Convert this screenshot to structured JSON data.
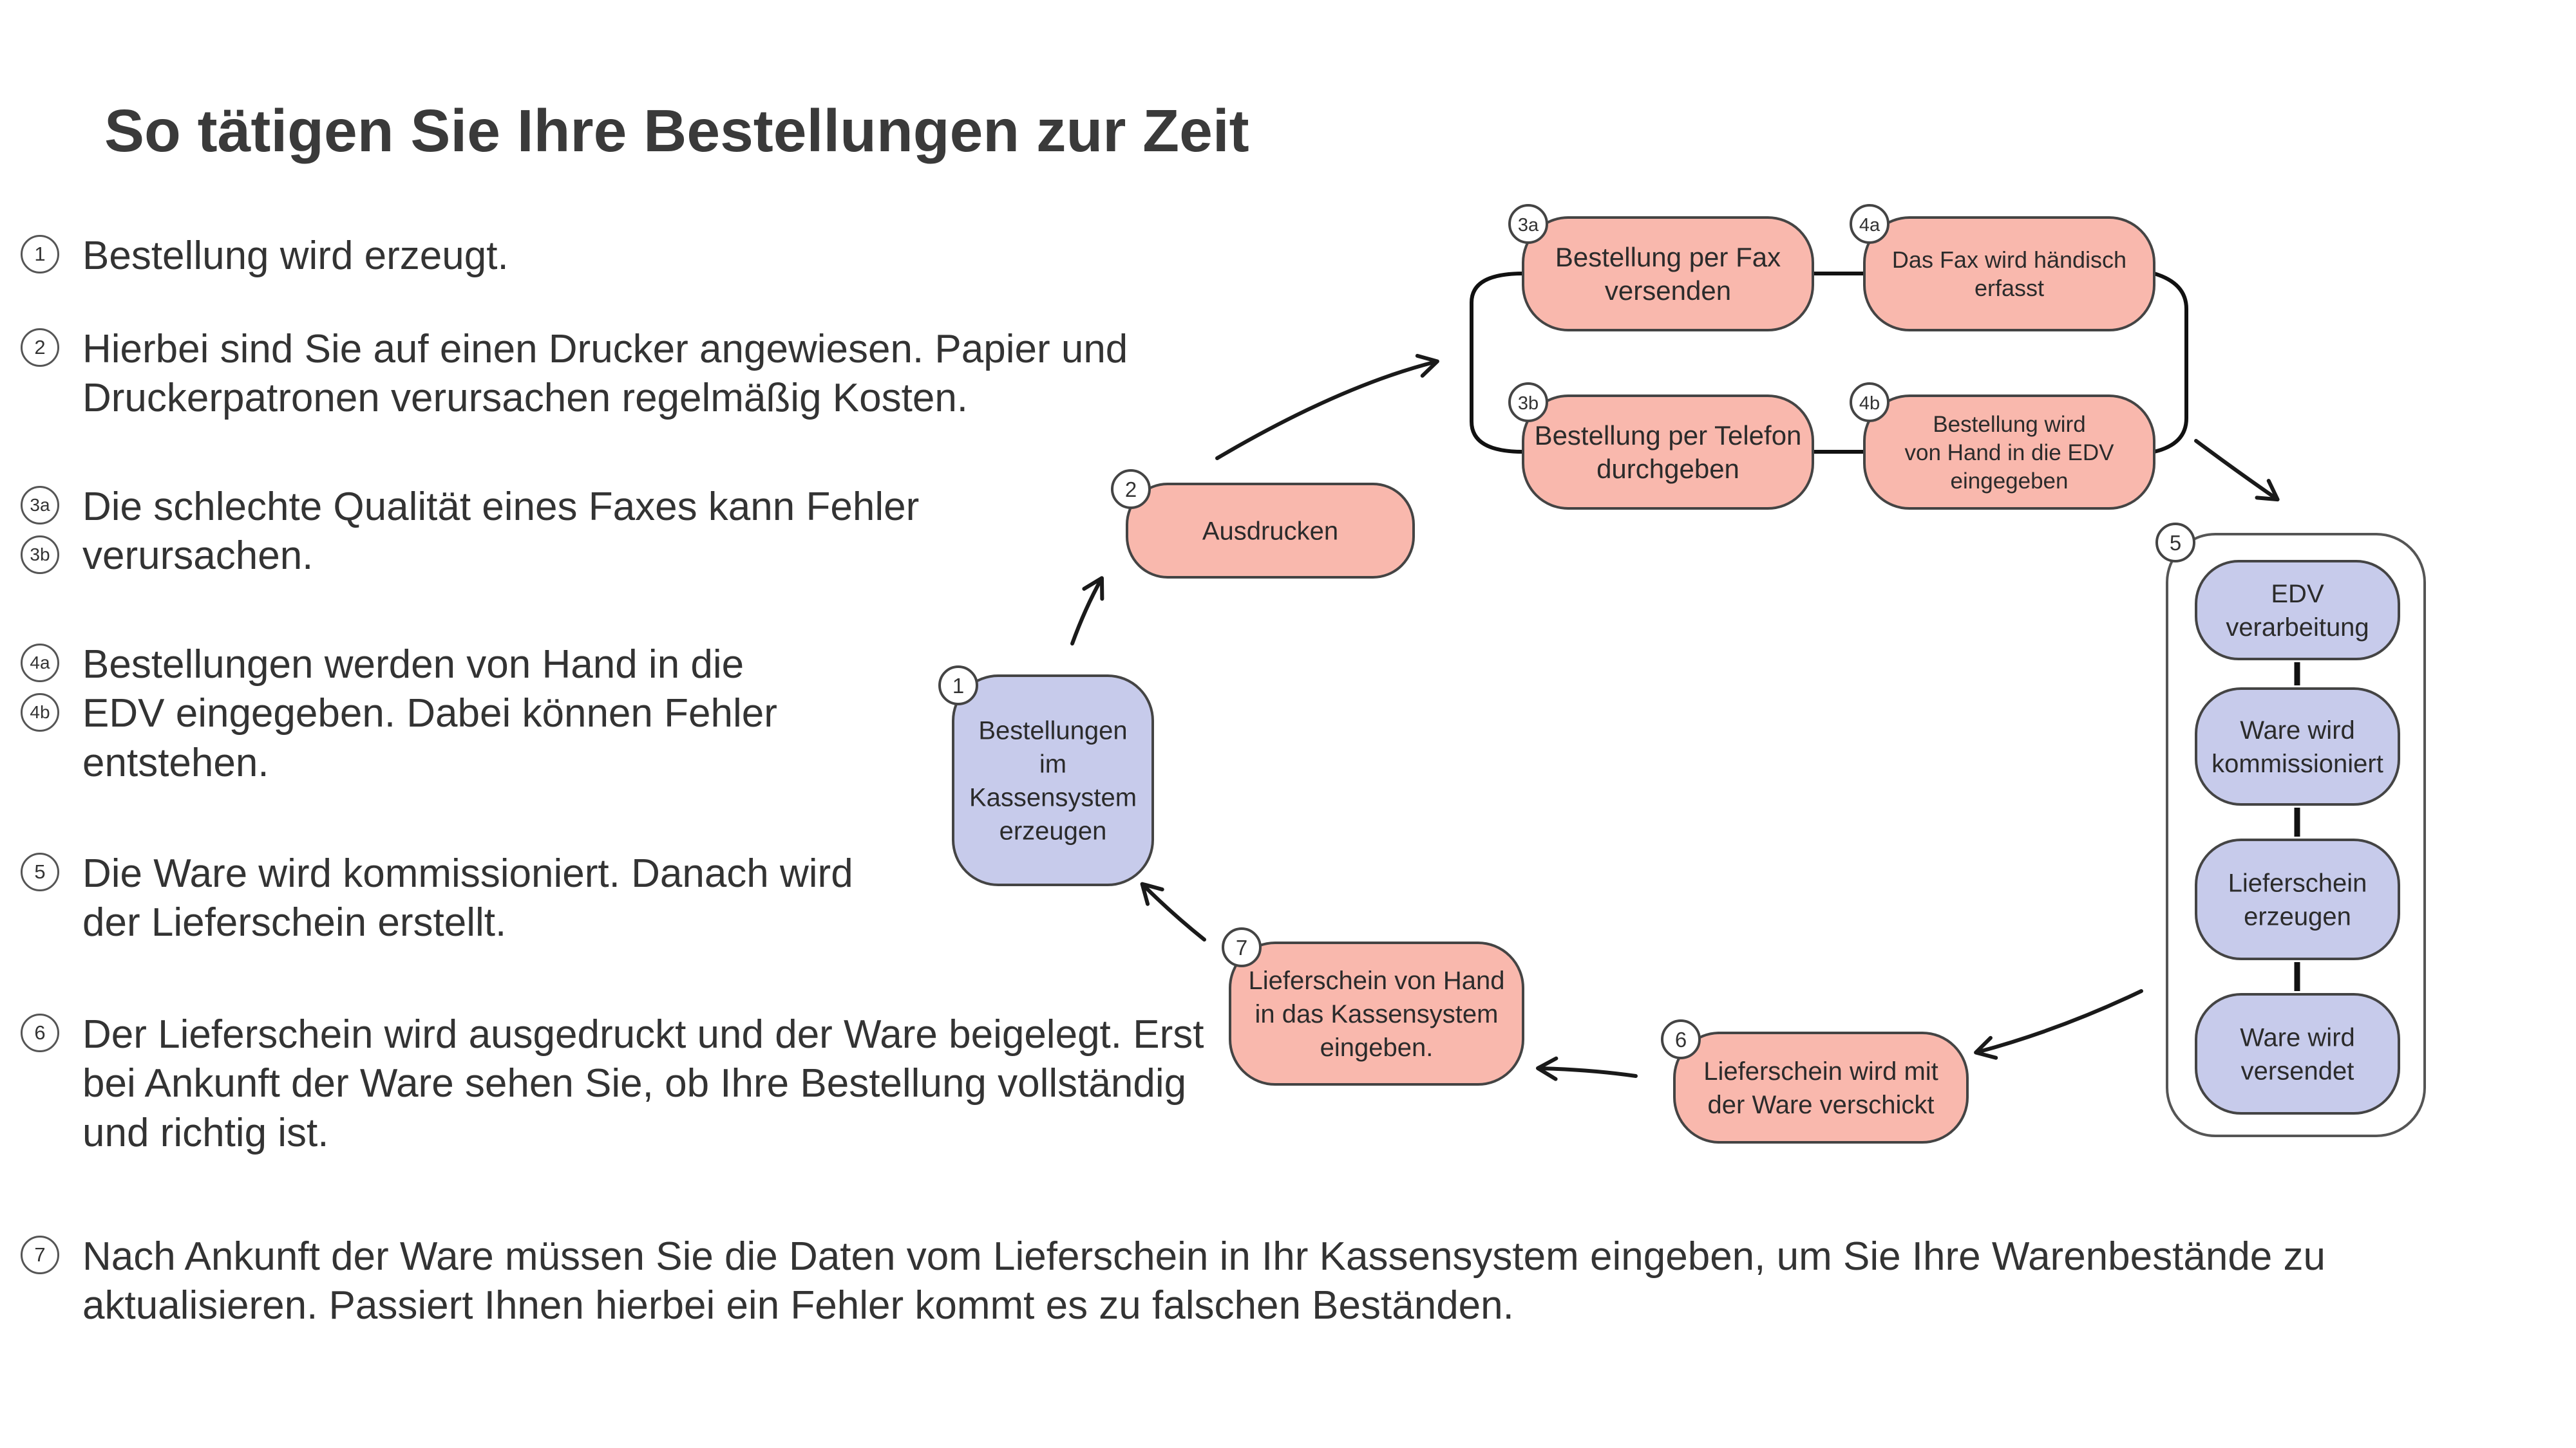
{
  "title": "So tätigen Sie Ihre Bestellungen zur Zeit",
  "colors": {
    "pink": "#f9b8ad",
    "blue": "#c7cbeb",
    "outline": "#444444",
    "text": "#333333"
  },
  "steps": [
    {
      "badges": [
        "1"
      ],
      "lines": [
        "Bestellung wird erzeugt."
      ]
    },
    {
      "badges": [
        "2"
      ],
      "lines": [
        "Hierbei sind Sie auf einen Drucker angewiesen. Papier und",
        "Druckerpatronen verursachen regelmäßig Kosten."
      ]
    },
    {
      "badges": [
        "3a",
        "3b"
      ],
      "lines": [
        "Die schlechte Qualität eines Faxes kann Fehler",
        "verursachen."
      ]
    },
    {
      "badges": [
        "4a",
        "4b"
      ],
      "lines": [
        "Bestellungen werden von Hand in die",
        "EDV eingegeben. Dabei können Fehler",
        "entstehen."
      ]
    },
    {
      "badges": [
        "5"
      ],
      "lines": [
        "Die Ware wird kommissioniert. Danach wird",
        "der Lieferschein erstellt."
      ]
    },
    {
      "badges": [
        "6"
      ],
      "lines": [
        "Der Lieferschein wird ausgedruckt und der Ware beigelegt. Erst",
        "bei Ankunft der Ware sehen Sie, ob Ihre Bestellung vollständig",
        "und richtig ist."
      ]
    },
    {
      "badges": [
        "7"
      ],
      "lines": [
        "Nach Ankunft der Ware müssen Sie die Daten vom Lieferschein in Ihr Kassensystem eingeben, um Sie Ihre Warenbestände zu",
        "aktualisieren. Passiert Ihnen hierbei ein Fehler kommt es zu falschen Beständen."
      ]
    }
  ],
  "nodes": [
    {
      "id": "n1",
      "badge": "1",
      "color": "blue",
      "lines": [
        "Bestellungen",
        "im",
        "Kassensystem",
        "erzeugen"
      ]
    },
    {
      "id": "n2",
      "badge": "2",
      "color": "pink",
      "lines": [
        "Ausdrucken"
      ]
    },
    {
      "id": "n3a",
      "badge": "3a",
      "color": "pink",
      "lines": [
        "Bestellung per Fax",
        "versenden"
      ]
    },
    {
      "id": "n4a",
      "badge": "4a",
      "color": "pink",
      "lines": [
        "Das Fax wird händisch",
        "erfasst"
      ]
    },
    {
      "id": "n3b",
      "badge": "3b",
      "color": "pink",
      "lines": [
        "Bestellung per Telefon",
        "durchgeben"
      ]
    },
    {
      "id": "n4b",
      "badge": "4b",
      "color": "pink",
      "lines": [
        "Bestellung wird",
        "von Hand in die EDV",
        "eingegeben"
      ]
    },
    {
      "id": "n5a",
      "badge": "",
      "color": "blue",
      "lines": [
        "EDV",
        "verarbeitung"
      ]
    },
    {
      "id": "n5b",
      "badge": "",
      "color": "blue",
      "lines": [
        "Ware wird",
        "kommissioniert"
      ]
    },
    {
      "id": "n5c",
      "badge": "",
      "color": "blue",
      "lines": [
        "Lieferschein",
        "erzeugen"
      ]
    },
    {
      "id": "n5d",
      "badge": "",
      "color": "blue",
      "lines": [
        "Ware wird",
        "versendet"
      ]
    },
    {
      "id": "n6",
      "badge": "6",
      "color": "pink",
      "lines": [
        "Lieferschein wird mit",
        "der Ware verschickt"
      ]
    },
    {
      "id": "n7",
      "badge": "7",
      "color": "pink",
      "lines": [
        "Lieferschein von Hand",
        "in das Kassensystem",
        "eingeben."
      ]
    }
  ],
  "group_badge": "5"
}
